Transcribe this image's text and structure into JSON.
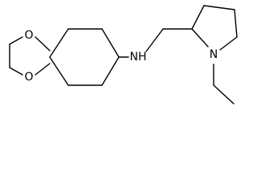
{
  "structure": {
    "atoms": {
      "oxygen_top": "O",
      "oxygen_bottom": "O",
      "amine_nitrogen": "NH",
      "ring_nitrogen": "N"
    }
  }
}
